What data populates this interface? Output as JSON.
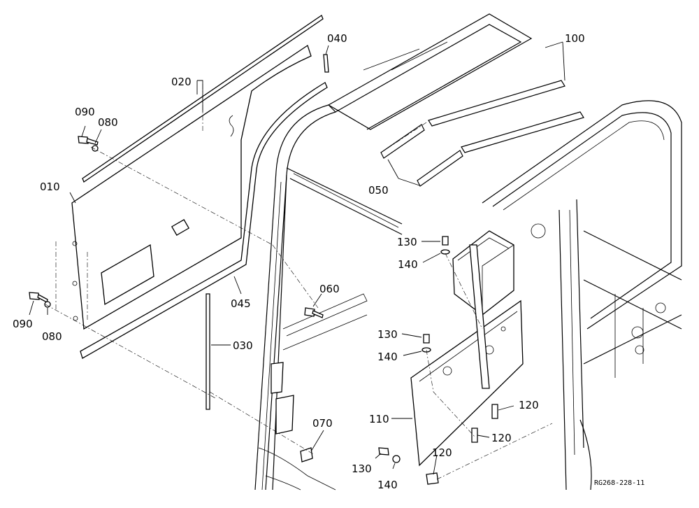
{
  "diagram": {
    "reference_code": "RG268-228-11",
    "callouts": [
      {
        "id": "c010",
        "label": "010"
      },
      {
        "id": "c020",
        "label": "020"
      },
      {
        "id": "c030",
        "label": "030"
      },
      {
        "id": "c040",
        "label": "040"
      },
      {
        "id": "c045",
        "label": "045"
      },
      {
        "id": "c050",
        "label": "050"
      },
      {
        "id": "c060",
        "label": "060"
      },
      {
        "id": "c070",
        "label": "070"
      },
      {
        "id": "c080a",
        "label": "080"
      },
      {
        "id": "c080b",
        "label": "080"
      },
      {
        "id": "c090a",
        "label": "090"
      },
      {
        "id": "c090b",
        "label": "090"
      },
      {
        "id": "c100",
        "label": "100"
      },
      {
        "id": "c110",
        "label": "110"
      },
      {
        "id": "c120a",
        "label": "120"
      },
      {
        "id": "c120b",
        "label": "120"
      },
      {
        "id": "c120c",
        "label": "120"
      },
      {
        "id": "c130a",
        "label": "130"
      },
      {
        "id": "c130b",
        "label": "130"
      },
      {
        "id": "c130c",
        "label": "130"
      },
      {
        "id": "c140a",
        "label": "140"
      },
      {
        "id": "c140b",
        "label": "140"
      },
      {
        "id": "c140c",
        "label": "140"
      }
    ]
  }
}
